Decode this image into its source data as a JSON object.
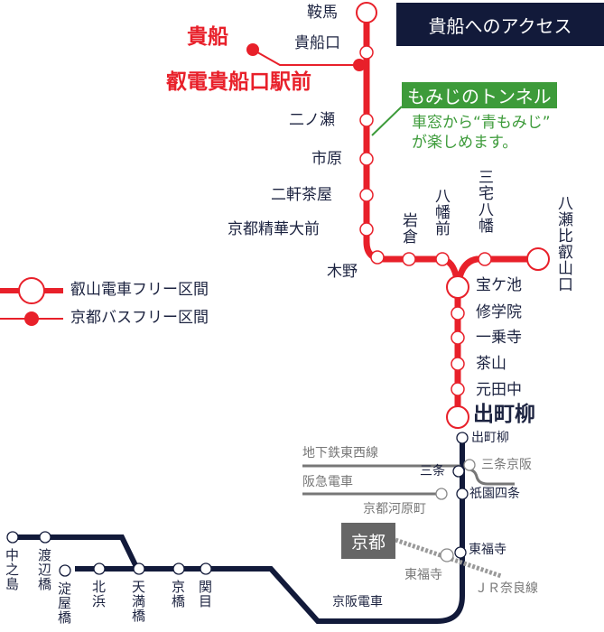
{
  "title": "貴船へのアクセス",
  "colors": {
    "eizan_red": "#e8202a",
    "keihan_navy": "#121a3a",
    "green_accent": "#3d9b3a",
    "gray_other_lines": "#777777"
  },
  "legend": {
    "eizan": "叡山電車フリー区間",
    "bus": "京都バスフリー区間"
  },
  "callout": {
    "label": "もみじのトンネル",
    "note_line1": "車窓から“青もみじ”",
    "note_line2": "が楽しめます。"
  },
  "bus": {
    "destination": "貴船",
    "stop": "叡電貴船口駅前"
  },
  "eizan_kurama_line": [
    "鞍馬",
    "貴船口",
    "二ノ瀬",
    "市原",
    "二軒茶屋",
    "京都精華大前",
    "木野",
    "岩倉",
    "八幡前"
  ],
  "eizan_eizan_line": [
    "三宅八幡",
    "八瀬比叡山口"
  ],
  "eizan_main": [
    "宝ケ池",
    "修学院",
    "一乗寺",
    "茶山",
    "元田中",
    "出町柳"
  ],
  "keihan": {
    "line_name": "京阪電車",
    "stations": [
      "出町柳",
      "三条",
      "祇園四条",
      "東福寺",
      "関目",
      "京橋",
      "天満橋",
      "北浜",
      "淀屋橋",
      "渡辺橋",
      "中之島"
    ]
  },
  "other_lines": {
    "tozai": "地下鉄東西線",
    "sanjo_keihan": "三条京阪",
    "hankyu": "阪急電車",
    "kawaramachi": "京都河原町",
    "kyoto": "京都",
    "jr_tofukuji": "東福寺",
    "jr_nara": "ＪＲ奈良線"
  }
}
